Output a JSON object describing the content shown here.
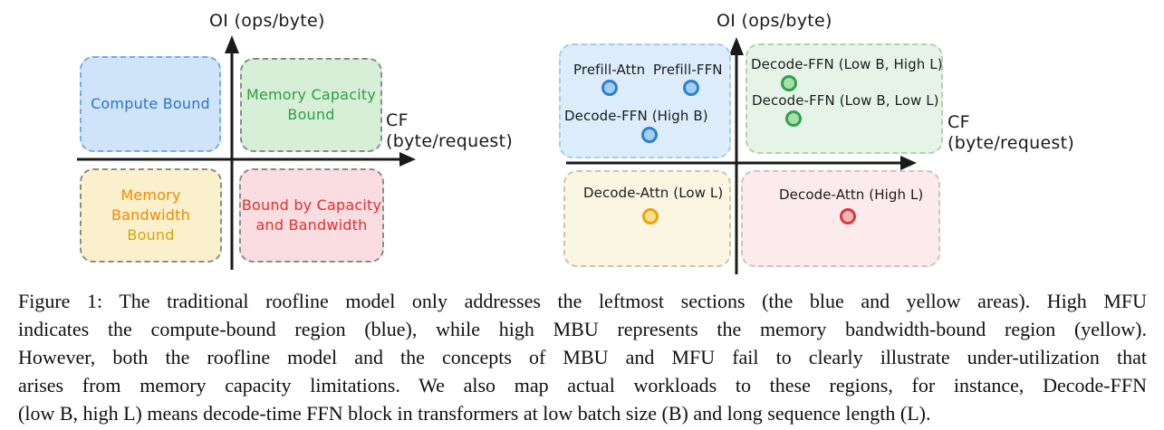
{
  "figure": {
    "left": {
      "y_axis_label": "OI (ops/byte)",
      "x_axis_label": [
        "CF",
        "(byte/request)"
      ],
      "quadrants": {
        "compute": {
          "line1": "Compute Bound"
        },
        "capacity": {
          "line1": "Memory Capacity",
          "line2": "Bound"
        },
        "bandwidth": {
          "line1": "Memory Bandwidth",
          "line2": "Bound"
        },
        "both": {
          "line1": "Bound by Capacity",
          "line2": "and Bandwidth"
        }
      }
    },
    "right": {
      "y_axis_label": "OI (ops/byte)",
      "x_axis_label": [
        "CF",
        "(byte/request)"
      ],
      "workloads": {
        "prefill_attn": "Prefill-Attn",
        "prefill_ffn": "Prefill-FFN",
        "decode_ffn_high_b": "Decode-FFN (High B)",
        "decode_ffn_low_b_high_l": "Decode-FFN (Low B, High L)",
        "decode_ffn_low_b_low_l": "Decode-FFN (Low B, Low L)",
        "decode_attn_low_l": "Decode-Attn (Low L)",
        "decode_attn_high_l": "Decode-Attn (High L)"
      }
    }
  },
  "caption": {
    "label": "Figure 1:",
    "lines": [
      "Figure 1: The traditional roofline model only addresses the leftmost sections (the blue and yellow areas). High MFU",
      "indicates the compute-bound region (blue), while high MBU represents the memory bandwidth-bound region (yellow).",
      "However, both the roofline model and the concepts of MBU and MFU fail to clearly illustrate under-utilization that",
      "arises from memory capacity limitations. We also map actual workloads to these regions, for instance, Decode-FFN",
      "(low B, high L) means decode-time FFN block in transformers at low batch size (B) and long sequence length (L)."
    ]
  },
  "colors": {
    "axis": "#1a1a1a",
    "diagram_text": "#1c1c1c",
    "compute_text": "#2b74c9",
    "compute_fill": "#cfe4f8",
    "compute_border": "#74aee3",
    "capacity_text": "#2f9e44",
    "capacity_fill": "#d6efd6",
    "bandwidth_text_line1": "#f08c00",
    "bandwidth_text_line2": "#d9a40a",
    "bandwidth_fill": "#faf0cc",
    "both_text": "#e03131",
    "both_fill": "#fadde0",
    "gray_border": "#8c8c8c",
    "region_blue_fill": "#dcecfa",
    "region_blue_border": "#a8cdea",
    "region_green_fill": "#e6f4e7",
    "region_green_border": "#b4ceb6",
    "region_yellow_fill": "#faf6e2",
    "region_yellow_border": "#c9c5b2",
    "region_red_fill": "#fbebed",
    "region_red_border": "#d9bfc3",
    "dot_blue_fill": "#a2cff0",
    "dot_blue_border": "#2e7fd0",
    "dot_green_fill": "#a5e0a8",
    "dot_green_border": "#34a04a",
    "dot_orange_fill": "#fbe08e",
    "dot_orange_border": "#eda20d",
    "dot_red_fill": "#f3b3b8",
    "dot_red_border": "#d63a3a"
  }
}
